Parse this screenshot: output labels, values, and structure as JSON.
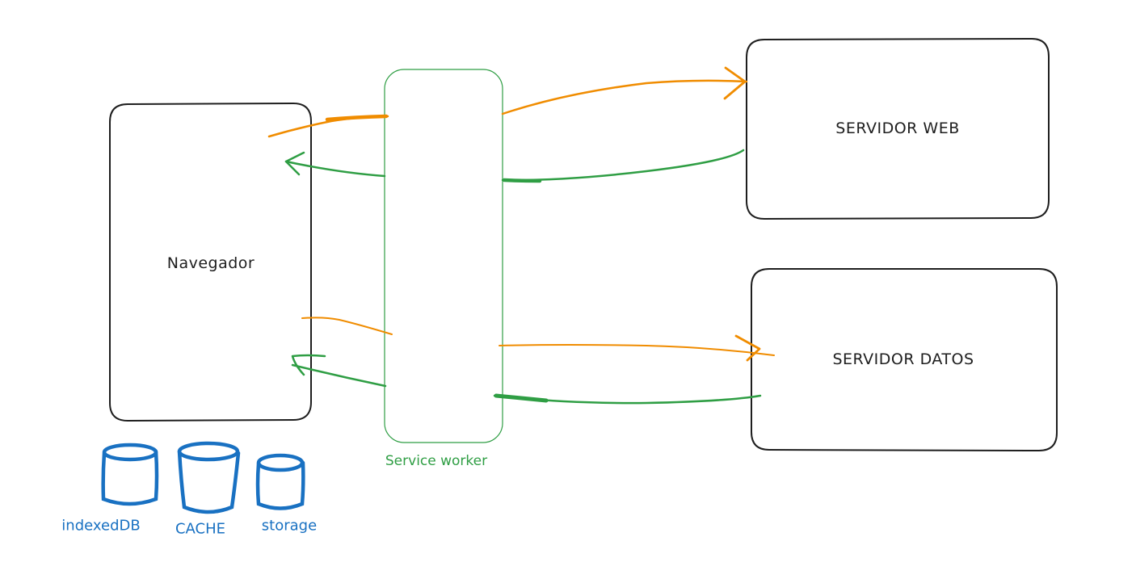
{
  "colors": {
    "stroke": "#1e1e1e",
    "service_worker": "#2f9e44",
    "request_arrow": "#f08c00",
    "response_arrow": "#2f9e44",
    "storage": "#1971c2"
  },
  "nodes": {
    "browser": {
      "label": "Navegador"
    },
    "service_worker": {
      "label": "Service worker"
    },
    "web_server": {
      "label": "SERVIDOR WEB"
    },
    "data_server": {
      "label": "SERVIDOR DATOS"
    }
  },
  "storage": [
    {
      "label": "indexedDB",
      "icon": "database-icon"
    },
    {
      "label": "CACHE",
      "icon": "database-icon"
    },
    {
      "label": "storage",
      "icon": "database-icon"
    }
  ]
}
